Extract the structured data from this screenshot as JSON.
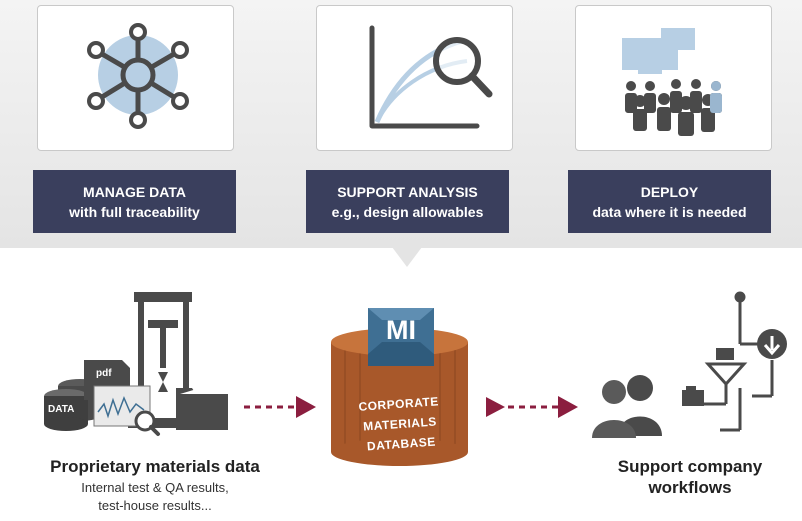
{
  "cards": [
    {
      "line1": "MANAGE DATA",
      "line2": "with full traceability",
      "icon": "network-hub-icon"
    },
    {
      "line1": "SUPPORT ANALYSIS",
      "line2": "e.g., design allowables",
      "icon": "curve-magnifier-icon"
    },
    {
      "line1": "DEPLOY",
      "line2": "data where it is needed",
      "icon": "users-screens-icon"
    }
  ],
  "database": {
    "badge": "MI",
    "label_lines": [
      "CORPORATE",
      "MATERIALS",
      "DATABASE"
    ]
  },
  "left": {
    "title": "Proprietary materials data",
    "sub_lines": [
      "Internal test & QA results,",
      "test-house results..."
    ],
    "doc_labels": {
      "pdf": "pdf",
      "data": "DATA"
    }
  },
  "right": {
    "title_lines": [
      "Support company",
      "workflows"
    ]
  },
  "colors": {
    "navy": "#3a3f5d",
    "copper": "#a8582a",
    "arrow": "#8b1e3f",
    "badge": "#3f6f93",
    "icon_gray": "#4a4a4a",
    "hub_blue": "#b7cfe4"
  }
}
